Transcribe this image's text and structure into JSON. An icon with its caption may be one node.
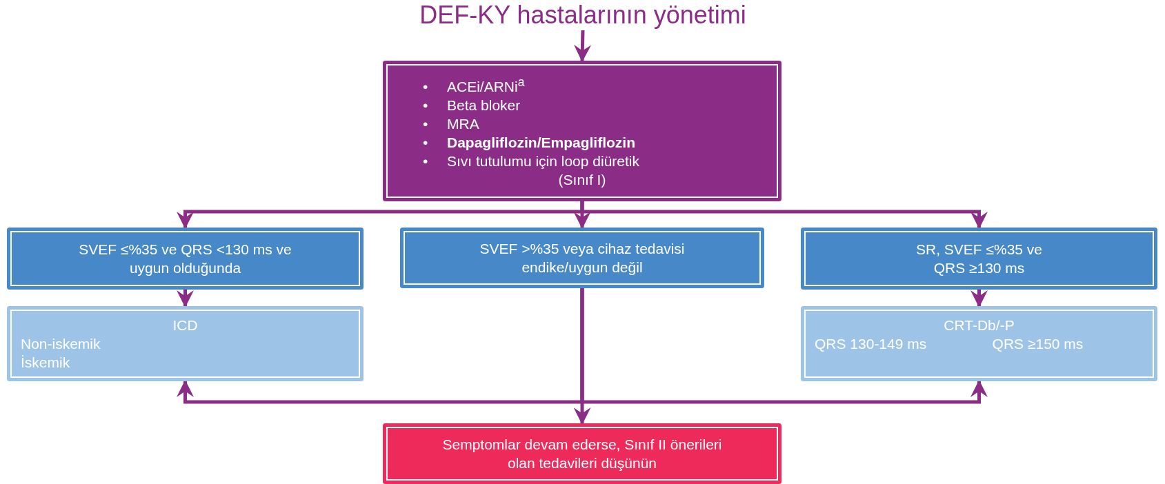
{
  "diagram": {
    "nodes": [
      {
        "text": [
          "DEF-KY hastalarının yönetimi"
        ]
      },
      {
        "text": [
          "•\tACEi/ARNi$^{a}$",
          "•\tBeta bloker",
          "•\tMRA",
          "•\t**Dapagliflozin/Empagliflozin**",
          "•\tSıvı tutulumu için loop diüretik",
          "(Sınıf I)"
        ]
      },
      {
        "text": [
          "SVEF ≤%35 ve QRS <130 ms ve uygun olduğunda"
        ]
      },
      {
        "text": [
          "SVEF >%35 veya cihaz tedavisi endike/uygun değil"
        ]
      },
      {
        "text": [
          "SR, SVEF ≤%35 ve QRS ≥130 ms"
        ]
      },
      {
        "text": [
          "ICD",
          "Non-iskemik",
          "İskemik"
        ]
      },
      {
        "text": [
          "CRT-Db/-P",
          "QRS 130-149 ms",
          "QRS ≥150 ms"
        ]
      },
      {
        "text": [
          "Semptomlar devam ederse, Sınıf II önerileri olan tedavileri düşünün"
        ]
      }
    ],
    "edges": [
      {
        "from": 0,
        "to": 1,
        "arrow": "to"
      },
      {
        "from": 1,
        "to": 2,
        "arrow": "to"
      },
      {
        "from": 1,
        "to": 3,
        "arrow": "to"
      },
      {
        "from": 1,
        "to": 4,
        "arrow": "to"
      },
      {
        "from": 2,
        "to": 5,
        "arrow": "to"
      },
      {
        "from": 4,
        "to": 6,
        "arrow": "to"
      },
      {
        "from": 3,
        "to": 5,
        "arrow": "to"
      },
      {
        "from": 3,
        "to": 6,
        "arrow": "to"
      },
      {
        "from": 3,
        "to": 7,
        "arrow": "to"
      }
    ]
  }
}
